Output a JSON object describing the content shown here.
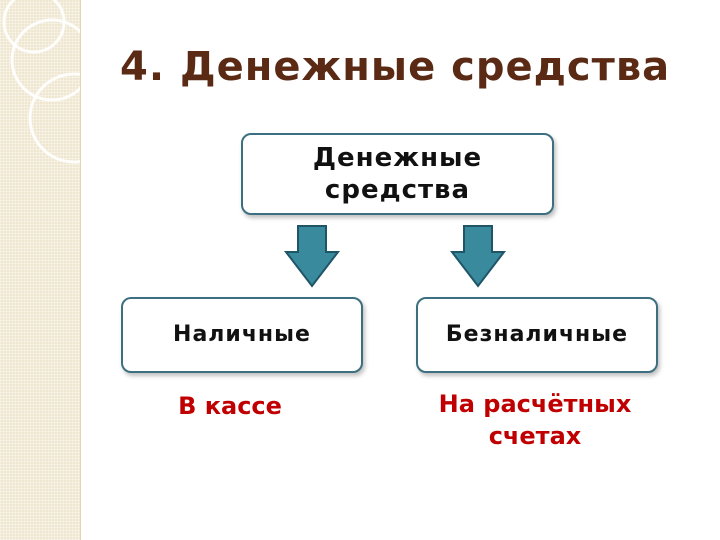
{
  "slide": {
    "title": "4. Денежные средства"
  },
  "diagram": {
    "root": "Денежные средства",
    "left_box": "Наличные",
    "right_box": "Безналичные",
    "left_note": "В кассе",
    "right_note": "На расчётных счетах"
  },
  "colors": {
    "title": "#5a2a14",
    "box_border": "#3c6f80",
    "arrow_fill": "#3a8a9e",
    "arrow_stroke": "#1f5566",
    "note": "#c00000",
    "side_band": "#efe6cf"
  }
}
